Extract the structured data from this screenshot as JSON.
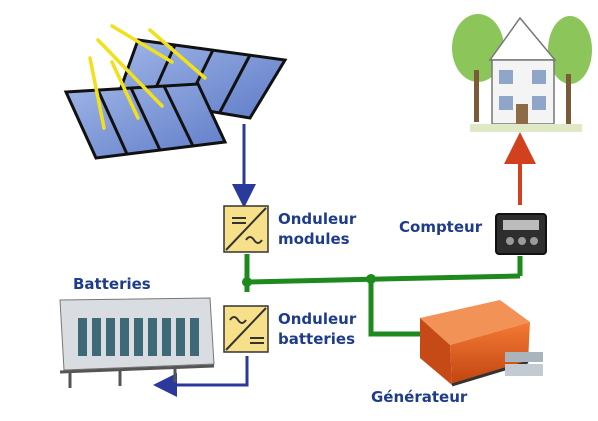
{
  "labels": {
    "inverter_modules_line1": "Onduleur",
    "inverter_modules_line2": "modules",
    "inverter_batteries_line1": "Onduleur",
    "inverter_batteries_line2": "batteries",
    "meter": "Compteur",
    "batteries": "Batteries",
    "generator": "Générateur"
  },
  "colors": {
    "label_text": "#1f3c8a",
    "dc_line": "#2a3a9a",
    "ac_bus": "#1e8a1e",
    "grid_feed": "#d2411e",
    "inverter_box": "#f7e08a",
    "generator_body": "#e8551a"
  },
  "icons": {
    "inverter_symbol": "inverter-icon",
    "meter_symbol": "meter-icon"
  }
}
